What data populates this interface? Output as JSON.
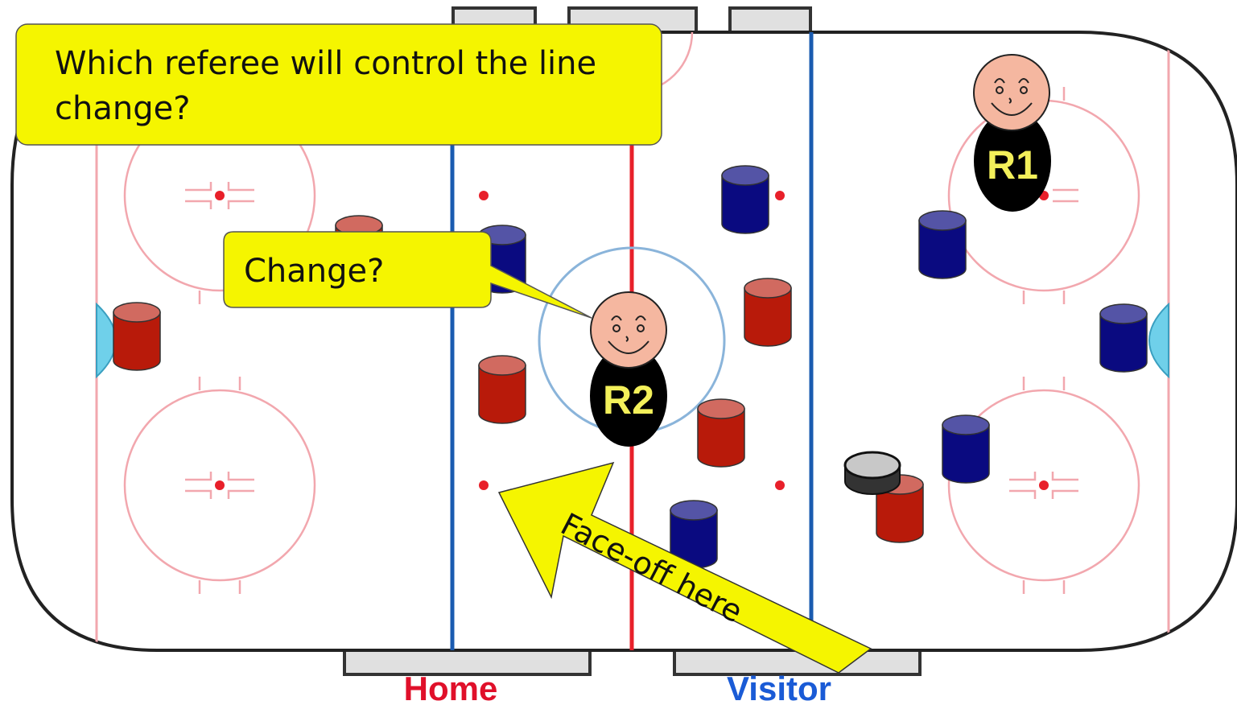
{
  "question": {
    "line1": "Which referee will control the line",
    "line2": "change?"
  },
  "speech_bubble": {
    "text": "Change?"
  },
  "arrow": {
    "text": "Face-off here"
  },
  "referees": [
    {
      "id": "r1",
      "label": "R1"
    },
    {
      "id": "r2",
      "label": "R2"
    }
  ],
  "benches": {
    "home": {
      "label": "Home",
      "color": "#e0102a"
    },
    "visitor": {
      "label": "Visitor",
      "color": "#1a5bd6"
    }
  },
  "colors": {
    "callout_fill": "#f5f500",
    "home_player": "#b81a0a",
    "visitor_player": "#0a0a80",
    "red_line": "#e8202a",
    "blue_line": "#1a5bb0",
    "referee_body": "#000000",
    "referee_head": "#f5b7a0",
    "referee_label": "#f3f05a"
  },
  "icons": {
    "referee": "referee-icon",
    "player": "player-cylinder-icon",
    "puck": "puck-icon",
    "goal": "goal-crease-icon"
  }
}
